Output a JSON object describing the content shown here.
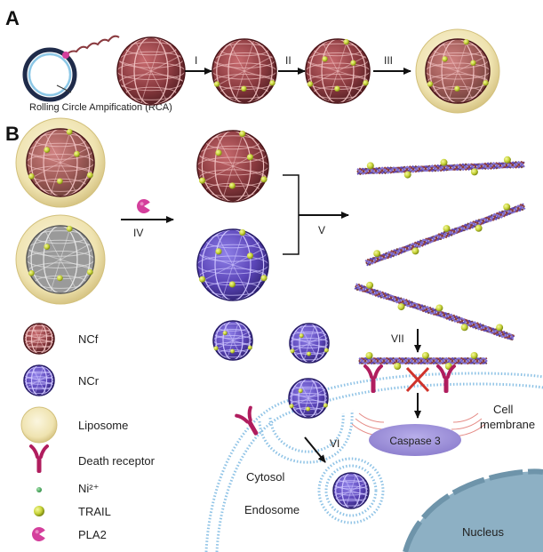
{
  "panel_a": {
    "label": "A",
    "rca_label": "Rolling Circle Ampification (RCA)",
    "steps": [
      "I",
      "II",
      "III"
    ]
  },
  "panel_b": {
    "label": "B",
    "steps": {
      "iv": "IV",
      "v": "V",
      "vi": "VI",
      "vii": "VII"
    },
    "caspase": "Caspase 3",
    "cell_membrane": [
      "Cell",
      "membrane"
    ],
    "cytosol": "Cytosol",
    "endosome": "Endosome",
    "nucleus": "Nucleus"
  },
  "legend": {
    "ncf": "NCf",
    "ncr": "NCr",
    "liposome": "Liposome",
    "death_receptor": "Death receptor",
    "ni": "Ni²⁺",
    "trail": "TRAIL",
    "pla2": "PLA2"
  },
  "colors": {
    "ncf": "#8a3a3f",
    "ncr": "#5b45b8",
    "liposome": "#efe5b8",
    "trail": "#c8d43a",
    "pla2": "#d43f9c",
    "receptor": "#b01d5e",
    "membrane": "#8fc3e6",
    "nucleus": "#8db0c4",
    "caspase": "#9a8ed6"
  }
}
